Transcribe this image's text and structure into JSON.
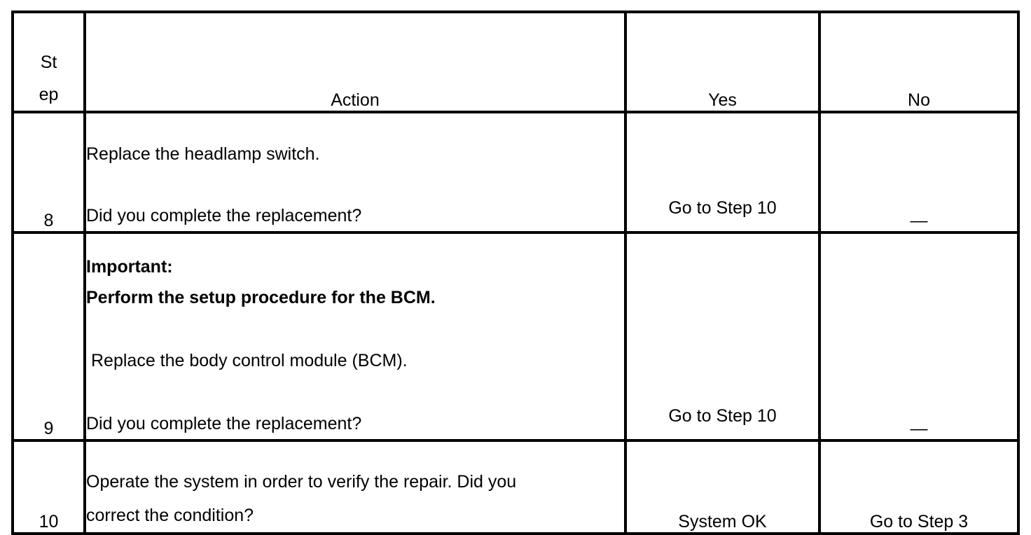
{
  "table": {
    "headers": {
      "step_line1": "St",
      "step_line2": "ep",
      "action": "Action",
      "yes": "Yes",
      "no": "No"
    },
    "rows": [
      {
        "step": "8",
        "action_lines": [
          {
            "text": "Replace the headlamp switch.",
            "bold": false
          },
          {
            "text": "Did you complete the replacement?",
            "bold": false
          }
        ],
        "action_line_1": "Replace the headlamp switch.",
        "action_line_2": "Did you complete the replacement?",
        "yes": "Go to Step 10",
        "no": "—"
      },
      {
        "step": "9",
        "action_line_1": "Important:",
        "action_line_2": "Perform the setup procedure for the BCM.",
        "action_line_3": "Replace the body control module (BCM).",
        "action_line_4": "Did you complete the replacement?",
        "yes": "Go to Step 10",
        "no": "—"
      },
      {
        "step": "10",
        "action_line_1": "Operate the system in order to verify the repair. Did you",
        "action_line_2": "correct the condition?",
        "yes": "System OK",
        "no": "Go to Step 3"
      }
    ]
  },
  "colors": {
    "border": "#000000",
    "background": "#ffffff",
    "text": "#000000"
  }
}
